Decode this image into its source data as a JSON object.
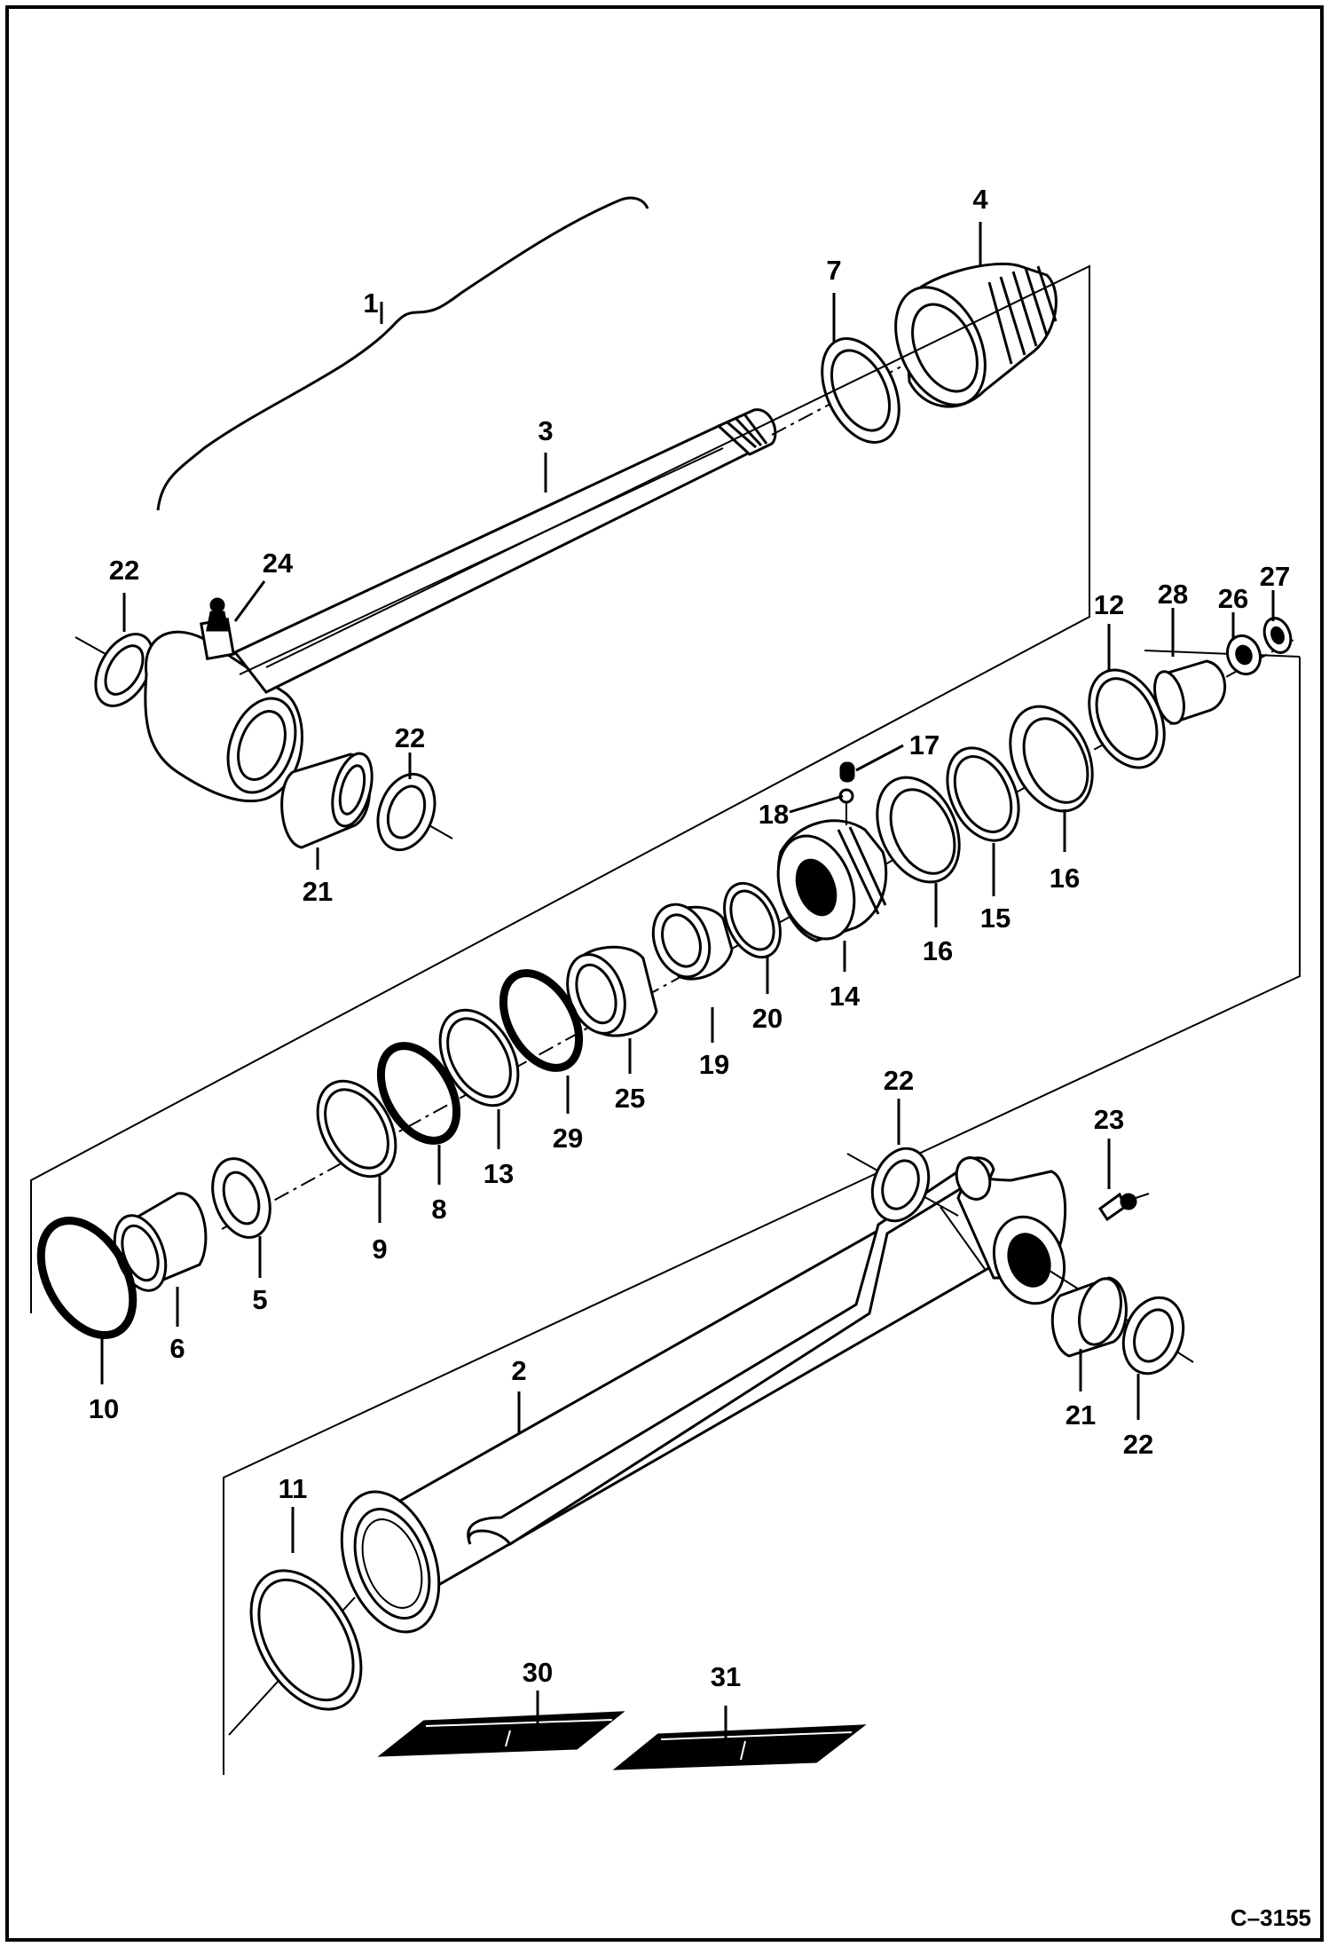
{
  "diagram": {
    "drawing_code": "C–3155",
    "callouts": {
      "c1": "1",
      "c2": "2",
      "c3": "3",
      "c4": "4",
      "c5": "5",
      "c6": "6",
      "c7": "7",
      "c8": "8",
      "c9": "9",
      "c10": "10",
      "c11": "11",
      "c12": "12",
      "c13": "13",
      "c14": "14",
      "c15": "15",
      "c16a": "16",
      "c16b": "16",
      "c17": "17",
      "c18": "18",
      "c19": "19",
      "c20": "20",
      "c21a": "21",
      "c21b": "21",
      "c22a": "22",
      "c22b": "22",
      "c22c": "22",
      "c22d": "22",
      "c23": "23",
      "c24": "24",
      "c25": "25",
      "c26": "26",
      "c27": "27",
      "c28": "28",
      "c29": "29",
      "c30": "30",
      "c31": "31"
    }
  }
}
